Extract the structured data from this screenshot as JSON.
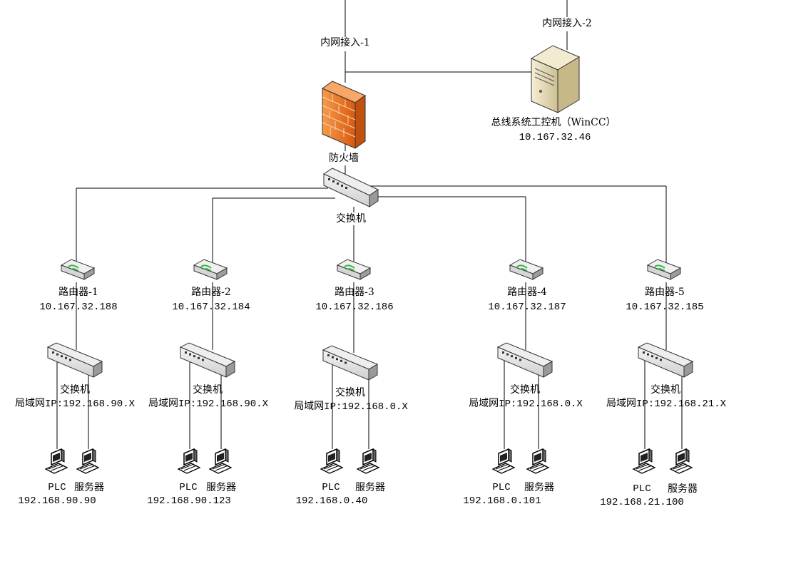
{
  "uplinks": {
    "uplink1": "内网接入-1",
    "uplink2": "内网接入-2"
  },
  "firewall": {
    "label": "防火墙"
  },
  "workstation": {
    "label": "总线系统工控机（WinCC）",
    "ip": "10.167.32.46"
  },
  "core_switch": {
    "label": "交换机"
  },
  "branches": [
    {
      "router": "路由器-1",
      "router_ip": "10.167.32.188",
      "switch": "交换机",
      "lan": "局域网IP:192.168.90.X",
      "plc": "PLC",
      "server": "服务器",
      "device_ip": "192.168.90.90"
    },
    {
      "router": "路由器-2",
      "router_ip": "10.167.32.184",
      "switch": "交换机",
      "lan": "局域网IP:192.168.90.X",
      "plc": "PLC",
      "server": "服务器",
      "device_ip": "192.168.90.123"
    },
    {
      "router": "路由器-3",
      "router_ip": "10.167.32.186",
      "switch": "交换机",
      "lan": "局域网IP:192.168.0.X",
      "plc": "PLC",
      "server": "服务器",
      "device_ip": "192.168.0.40"
    },
    {
      "router": "路由器-4",
      "router_ip": "10.167.32.187",
      "switch": "交换机",
      "lan": "局域网IP:192.168.0.X",
      "plc": "PLC",
      "server": "服务器",
      "device_ip": "192.168.0.101"
    },
    {
      "router": "路由器-5",
      "router_ip": "10.167.32.185",
      "switch": "交换机",
      "lan": "局域网IP:192.168.21.X",
      "plc": "PLC",
      "server": "服务器",
      "device_ip": "192.168.21.100"
    }
  ],
  "colors": {
    "firewall": "#f07a2a",
    "router_led": "#3ab54a",
    "server_body": "#e9dfbf",
    "line": "#000000"
  }
}
